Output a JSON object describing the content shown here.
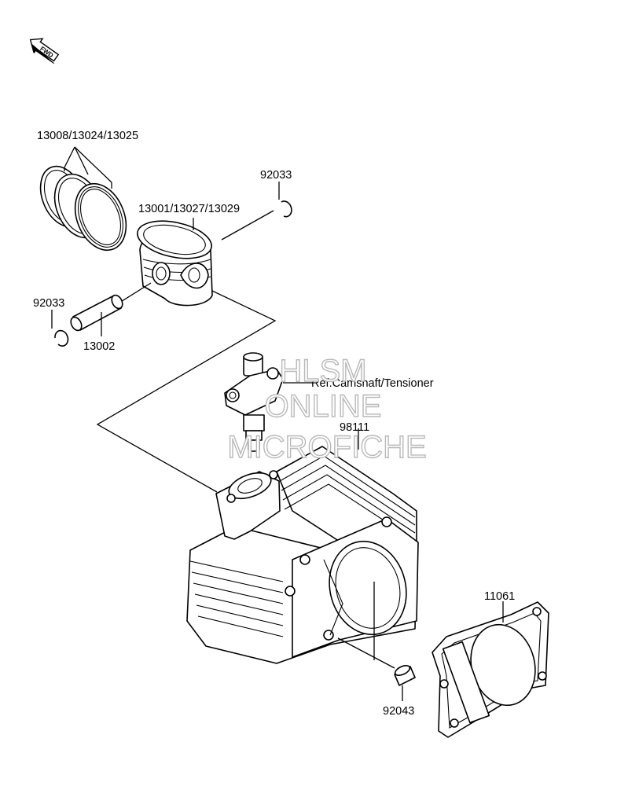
{
  "fwd": "FWD",
  "labels": {
    "rings": "13008/13024/13025",
    "clip_right": "92033",
    "piston": "13001/13027/13029",
    "clip_left": "92033",
    "pin": "13002",
    "ref": "Ref.Camshaft/Tensioner",
    "cylinder": "98111",
    "gasket": "11061",
    "dowel": "92043"
  },
  "watermark": {
    "line1": "HLSM",
    "line2": "ONLINE",
    "line3": "MICROFICHE"
  },
  "colors": {
    "ink": "#000000",
    "paper": "#ffffff",
    "watermark_outline": "#b9b9b9"
  }
}
